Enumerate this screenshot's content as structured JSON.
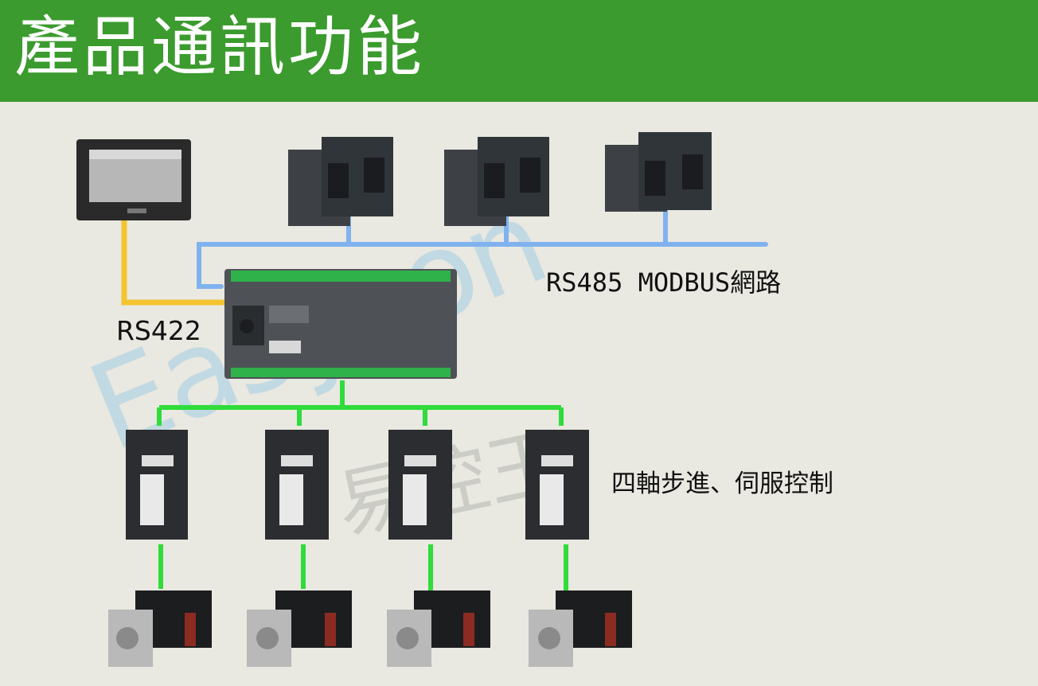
{
  "header": {
    "title": "產品通訊功能",
    "color": "#3b9b2e"
  },
  "labels": {
    "rs485": "RS485 MODBUS網路",
    "rs422": "RS422",
    "servo": "四軸步進、伺服控制"
  },
  "watermark": {
    "latin": "Easycon",
    "chinese": "易控王"
  },
  "colors": {
    "rs485_line": "#7fb2ee",
    "rs422_line": "#f4c430",
    "servo_line": "#2fdc3a"
  },
  "devices": {
    "hmi": "touch-screen-hmi",
    "plc": "plc-controller",
    "vfd_pairs": 3,
    "servo_drives": 4,
    "servo_motors": 4
  }
}
